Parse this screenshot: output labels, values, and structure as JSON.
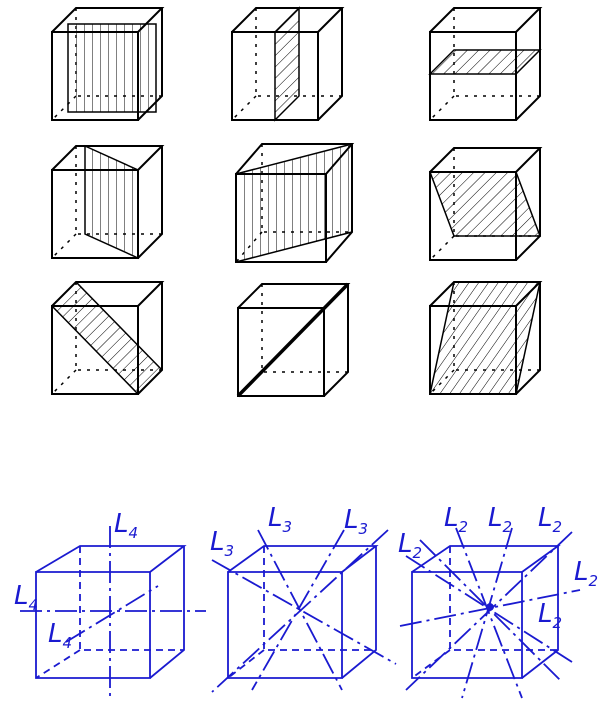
{
  "sections": {
    "top": {
      "title": "",
      "rows": 3,
      "cols": 3
    },
    "bottom": {
      "color": "#1a1ad0",
      "labels": [
        {
          "main": "L",
          "sub": "4"
        },
        {
          "main": "L",
          "sub": "4"
        },
        {
          "main": "L",
          "sub": "4"
        },
        {
          "main": "L",
          "sub": "3"
        },
        {
          "main": "L",
          "sub": "3"
        },
        {
          "main": "L",
          "sub": "3"
        },
        {
          "main": "L",
          "sub": "2"
        },
        {
          "main": "L",
          "sub": "2"
        },
        {
          "main": "L",
          "sub": "2"
        },
        {
          "main": "L",
          "sub": "2"
        },
        {
          "main": "L",
          "sub": "2"
        },
        {
          "main": "L",
          "sub": "2"
        }
      ]
    }
  }
}
